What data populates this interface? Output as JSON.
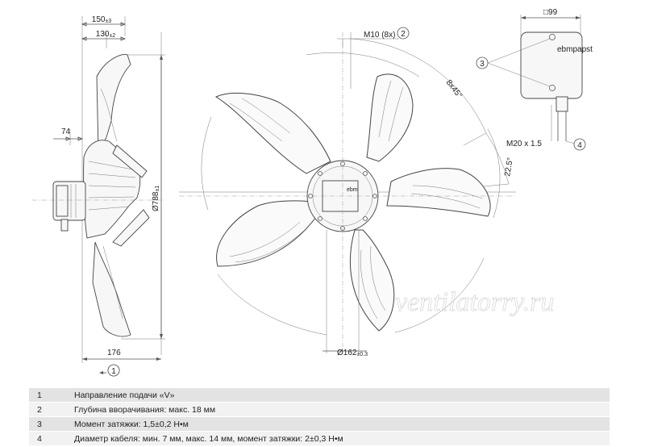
{
  "dimensions": {
    "width_150": "150",
    "width_150_tol": "±3",
    "width_130": "130",
    "width_130_tol": "±2",
    "hub_74": "74",
    "dia_788": "Ø788",
    "dia_788_tol": "±1",
    "depth_176": "176",
    "dia_162": "Ø162",
    "dia_162_tol": "±0.3",
    "thread_m10": "M10 (8x)",
    "angle_8x45": "8x45°",
    "angle_225": "22.5°",
    "box_99": "□99",
    "thread_m20": "M20 x 1.5",
    "brand_tag": "ebmpapst"
  },
  "callouts": {
    "c1": "1",
    "c2": "2",
    "c3": "3",
    "c4": "4"
  },
  "watermark": "ventilatorry.ru",
  "legend": [
    {
      "num": "1",
      "text": "Направление подачи «V»"
    },
    {
      "num": "2",
      "text": "Глубина вворачивания: макс. 18 мм"
    },
    {
      "num": "3",
      "text": "Момент затяжки: 1,5±0,2 Н•м"
    },
    {
      "num": "4",
      "text": "Диаметр кабеля: мин. 7 мм, макс. 14 мм, момент затяжки: 2±0,3 Н•м"
    }
  ]
}
